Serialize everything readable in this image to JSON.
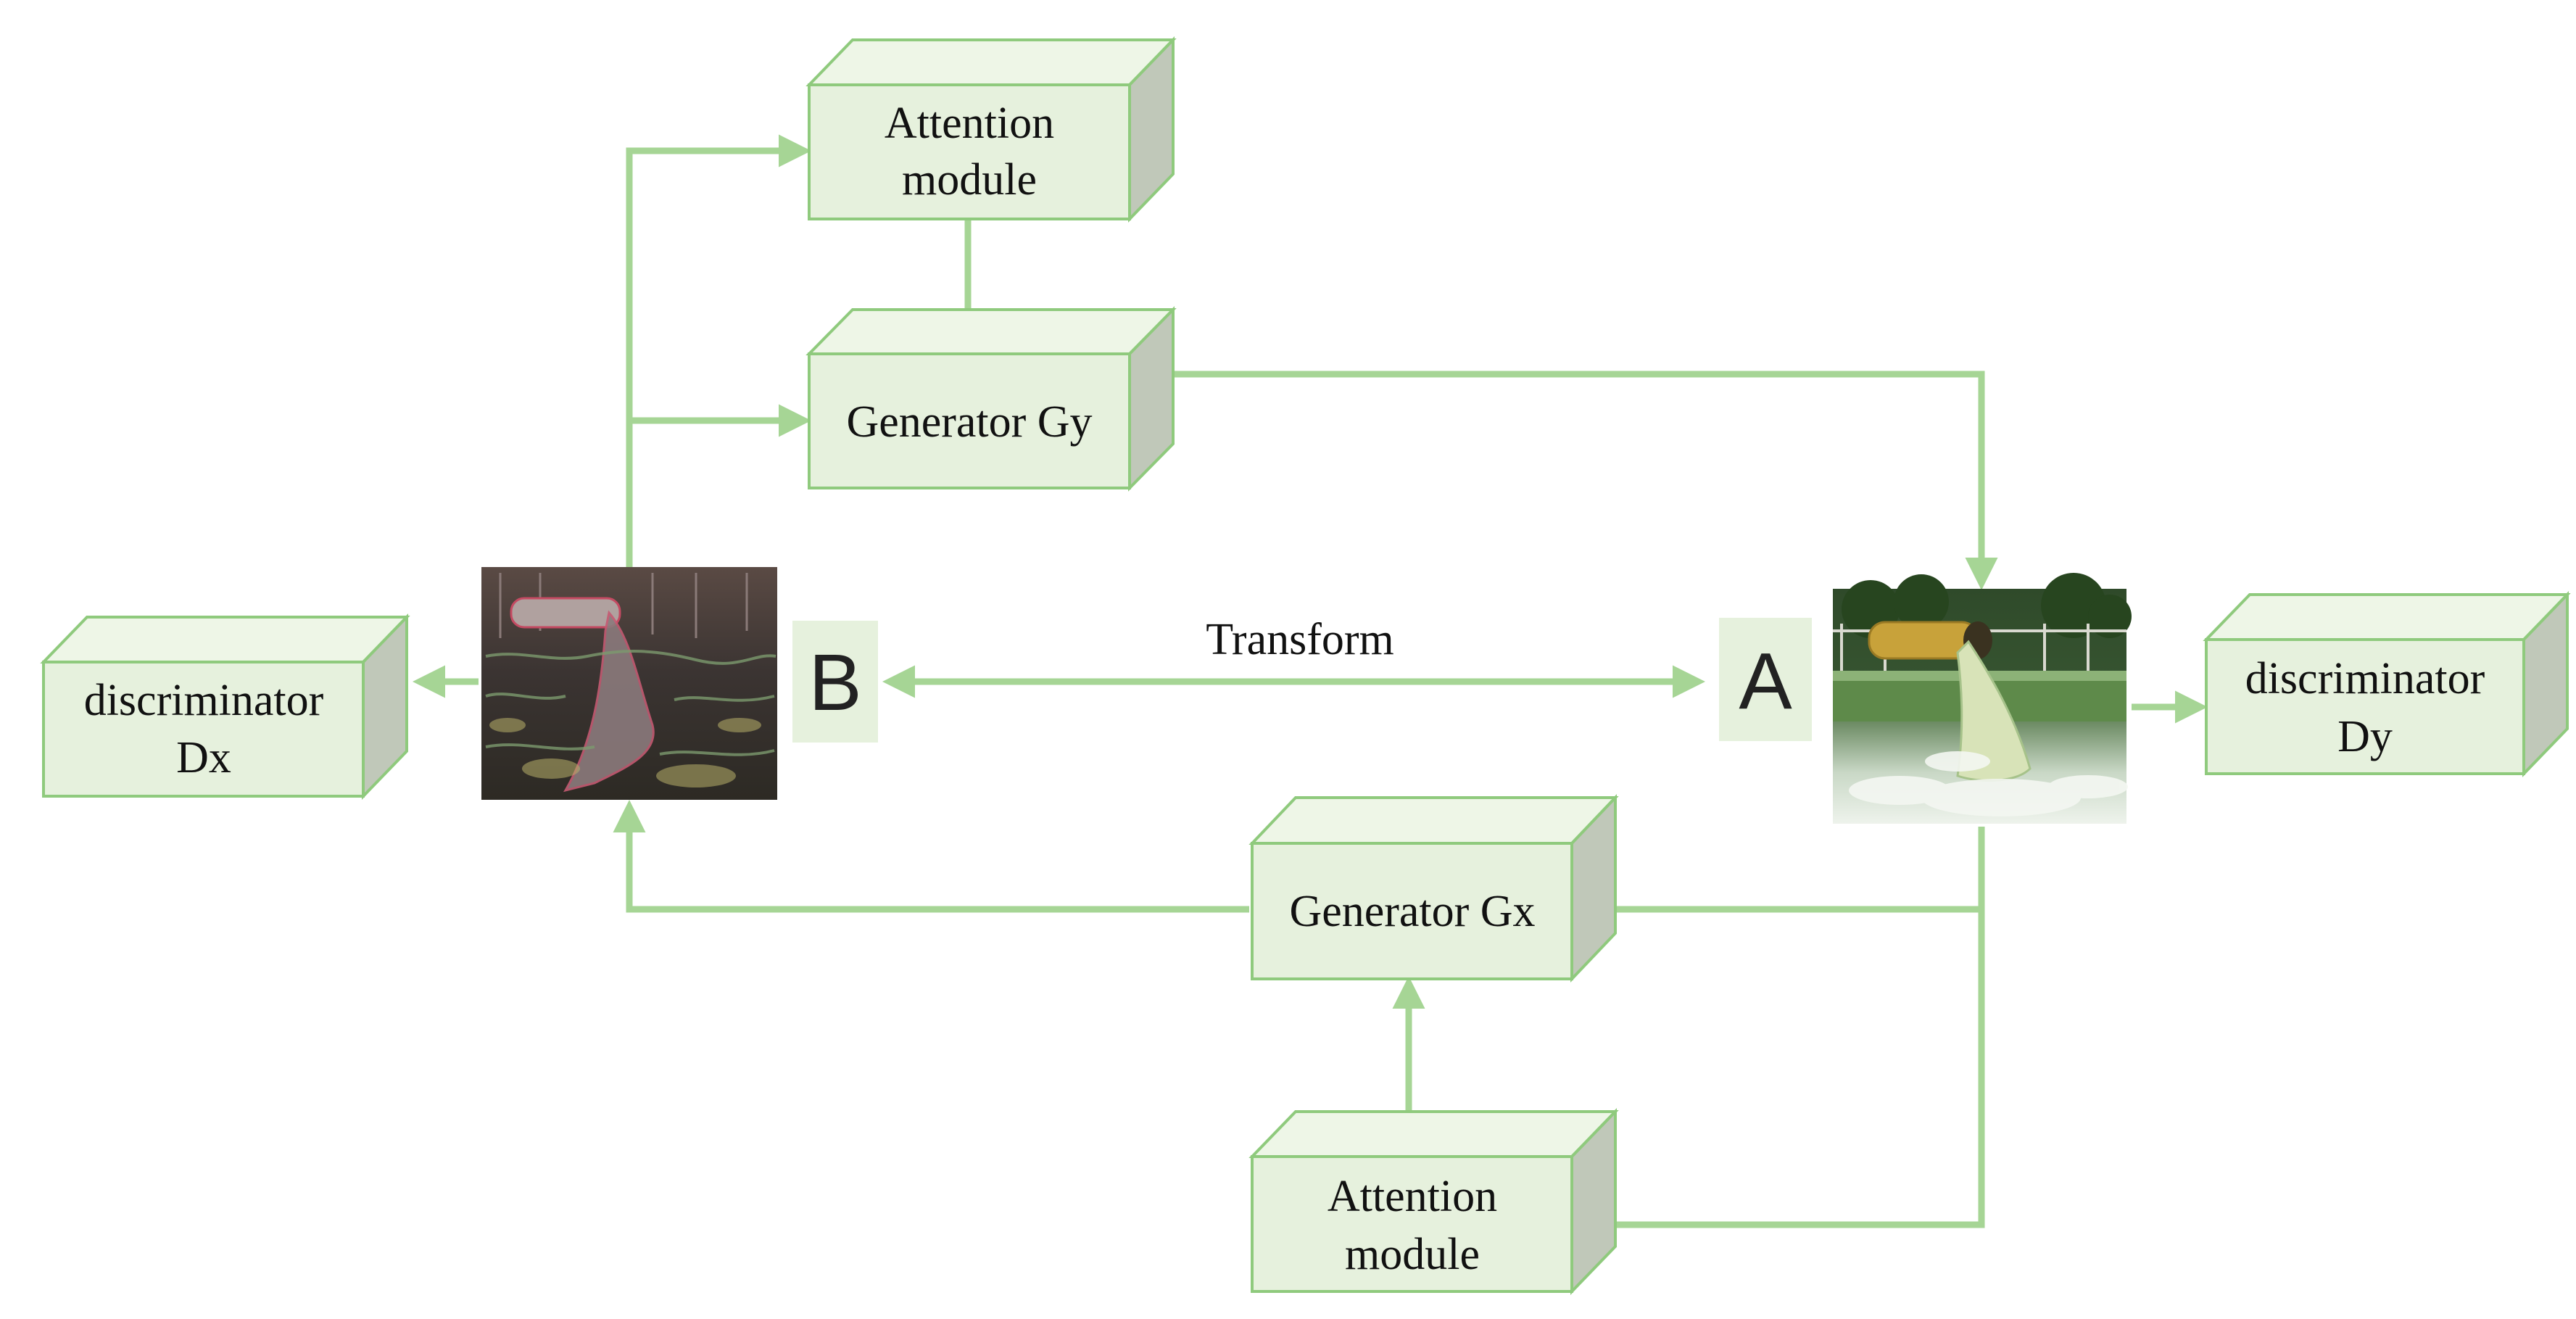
{
  "blocks": {
    "attention_top": {
      "line1": "Attention",
      "line2": "module"
    },
    "generator_gy": {
      "label": "Generator Gy"
    },
    "discriminator_dx": {
      "line1": "discriminator",
      "line2": "Dx"
    },
    "discriminator_dy": {
      "line1": "discriminator",
      "line2": "Dy"
    },
    "generator_gx": {
      "label": "Generator Gx"
    },
    "attention_bottom": {
      "line1": "Attention",
      "line2": "module"
    }
  },
  "markers": {
    "b": "B",
    "a": "A"
  },
  "transform_label": "Transform",
  "images": {
    "b": {
      "description_icon": "restored-water-outfall-image"
    },
    "a": {
      "description_icon": "water-outfall-photo"
    }
  },
  "colors": {
    "box_front": "#e6f1dd",
    "box_top": "#eef6e7",
    "box_side": "#c0c8b9",
    "box_stroke": "#8fca7d",
    "line": "#a6d595"
  }
}
